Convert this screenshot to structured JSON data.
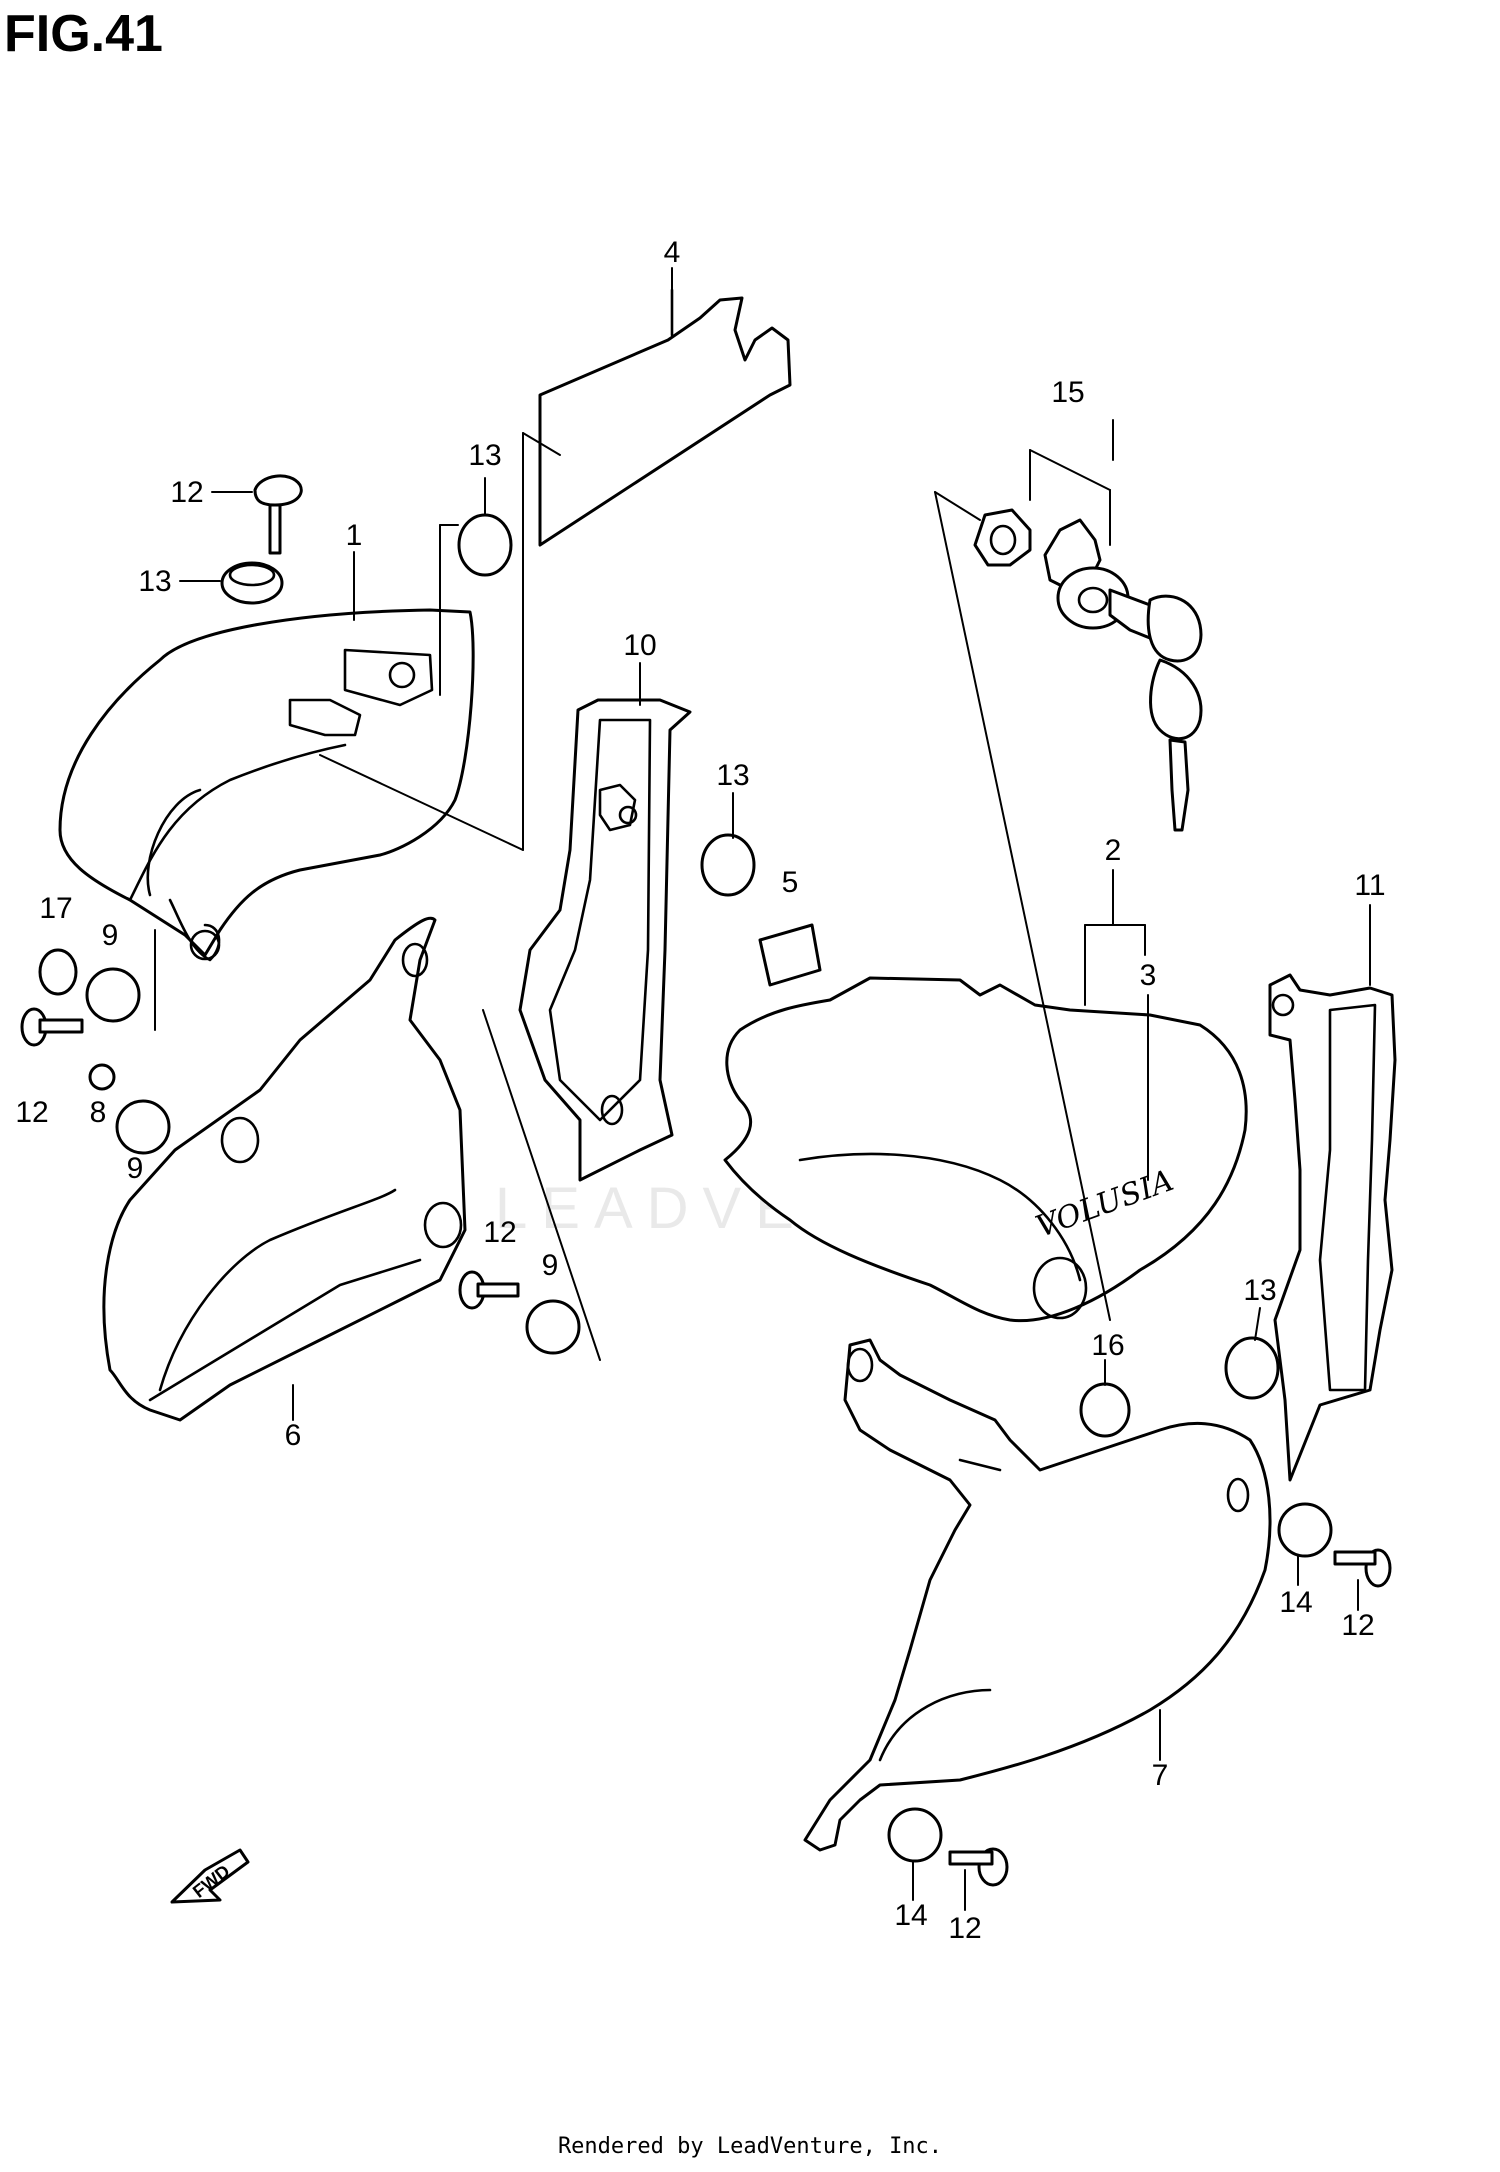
{
  "figure": {
    "title": "FIG.41"
  },
  "footer": {
    "text": "Rendered by LeadVenture, Inc."
  },
  "watermark": {
    "text": "LEADVENTURE"
  },
  "direction_marker": {
    "label": "FWD"
  },
  "decal_text": "VOLUSIA",
  "callouts": {
    "c1": "1",
    "c2": "2",
    "c3": "3",
    "c4": "4",
    "c5": "5",
    "c6": "6",
    "c7": "7",
    "c8": "8",
    "c9a": "9",
    "c9b": "9",
    "c9c": "9",
    "c10": "10",
    "c11": "11",
    "c12a": "12",
    "c12b": "12",
    "c12c": "12",
    "c12d": "12",
    "c12e": "12",
    "c13a": "13",
    "c13b": "13",
    "c13c": "13",
    "c13d": "13",
    "c14a": "14",
    "c14b": "14",
    "c15": "15",
    "c16": "16",
    "c17": "17"
  }
}
